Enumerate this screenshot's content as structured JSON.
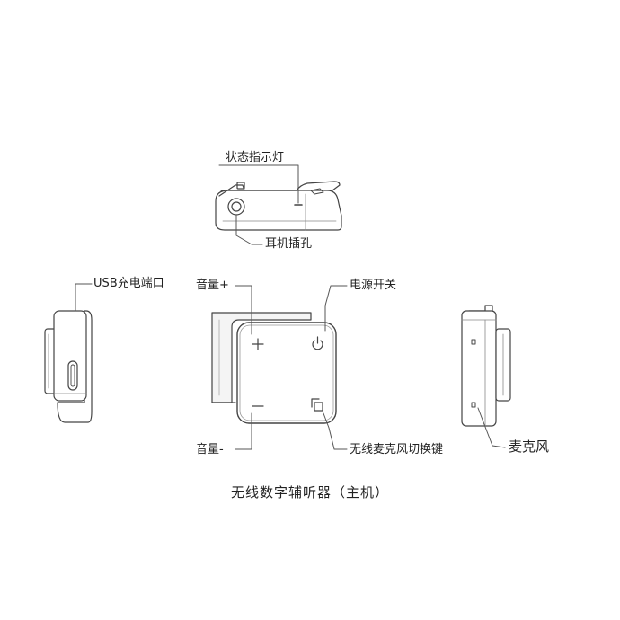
{
  "labels": {
    "status_led": "状态指示灯",
    "headphone_jack": "耳机插孔",
    "usb_port": "USB充电端口",
    "volume_up": "音量+",
    "volume_down": "音量-",
    "power_switch": "电源开关",
    "mic_switch_key": "无线麦克风切换键",
    "microphone": "麦克风"
  },
  "caption": "无线数字辅听器（主机）",
  "colors": {
    "line": "#444444",
    "light_line": "#888888",
    "fill": "#ffffff",
    "shade": "#f0f0f0"
  }
}
